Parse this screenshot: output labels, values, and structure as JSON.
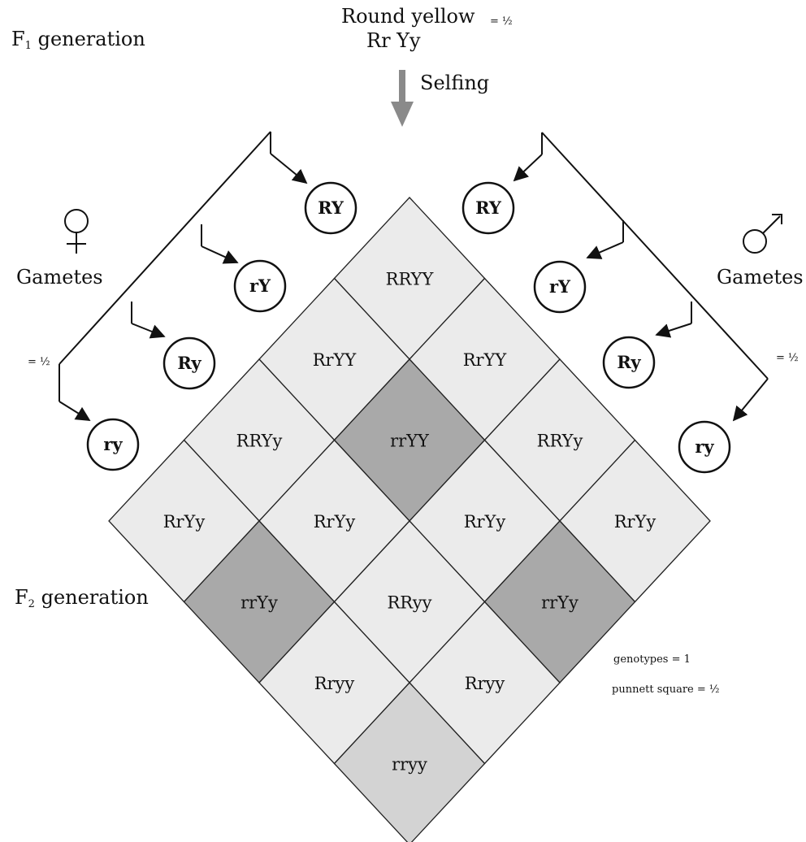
{
  "parent": {
    "phenotype": "Round yellow",
    "genotype": "Rr Yy",
    "phenotype_ratio": "= ½",
    "process": "Selfing"
  },
  "generation_labels": {
    "f1": {
      "letter": "F",
      "sub": "1",
      "word": "generation"
    },
    "f2": {
      "letter": "F",
      "sub": "2",
      "word": "generation"
    }
  },
  "female": {
    "symbol": "♀",
    "label": "Gametes",
    "ratio": "= ½",
    "gametes": [
      "RY",
      "rY",
      "Ry",
      "ry"
    ]
  },
  "male": {
    "symbol": "♂",
    "label": "Gametes",
    "ratio": "= ½",
    "gametes": [
      "RY",
      "rY",
      "Ry",
      "ry"
    ]
  },
  "punnett": {
    "rows": [
      [
        "RRYY",
        "RrYY",
        "RRYy",
        "RrYy"
      ],
      [
        "RrYY",
        "rrYY",
        "RrYy",
        "rrYy"
      ],
      [
        "RRYy",
        "RrYy",
        "RRyy",
        "Rryy"
      ],
      [
        "RrYy",
        "rrYy",
        "Rryy",
        "rryy"
      ]
    ],
    "shade": [
      [
        "light",
        "light",
        "light",
        "light"
      ],
      [
        "light",
        "dark",
        "light",
        "dark"
      ],
      [
        "light",
        "light",
        "light",
        "light"
      ],
      [
        "light",
        "dark",
        "light",
        "mid"
      ]
    ]
  },
  "notes": {
    "genotypes": "genotypes = 1",
    "punnett_square": "punnett square = ½"
  },
  "colors": {
    "cell_light": "#ebebeb",
    "cell_dark": "#a9a9a9",
    "cell_mid": "#d3d3d3",
    "arrow": "#8a8a8a",
    "line": "#111111"
  }
}
